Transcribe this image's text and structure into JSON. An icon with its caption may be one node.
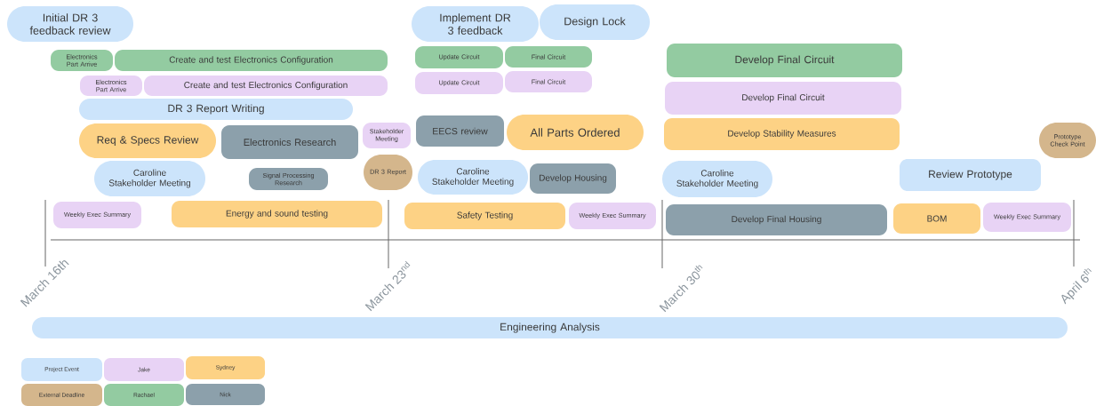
{
  "diagram": {
    "nodes": [
      {
        "text": [
          "Initial DR 3 feedback review"
        ]
      },
      {
        "text": [
          "Implement DR 3 feedback"
        ]
      },
      {
        "text": [
          "Design Lock"
        ]
      },
      {
        "text": [
          "Electronics Part Arrive"
        ]
      },
      {
        "text": [
          "Create and test Electronics Configuration"
        ]
      },
      {
        "text": [
          "Update Circuit"
        ]
      },
      {
        "text": [
          "Final Circuit"
        ]
      },
      {
        "text": [
          "Develop Final Circuit"
        ]
      },
      {
        "text": [
          "Electronics Part Arrive"
        ]
      },
      {
        "text": [
          "Create and test Electronics Configuration"
        ]
      },
      {
        "text": [
          "Update Circuit"
        ]
      },
      {
        "text": [
          "Final Circuit"
        ]
      },
      {
        "text": [
          "Develop Final Circuit"
        ]
      },
      {
        "text": [
          "DR 3 Report Writing"
        ]
      },
      {
        "text": [
          "Req & Specs Review"
        ]
      },
      {
        "text": [
          "Electronics Research"
        ]
      },
      {
        "text": [
          "Stakeholder Meeting"
        ]
      },
      {
        "text": [
          "EECS review"
        ]
      },
      {
        "text": [
          "All Parts Ordered"
        ]
      },
      {
        "text": [
          "Develop Stability Measures"
        ]
      },
      {
        "text": [
          "Prototype Check Point"
        ]
      },
      {
        "text": [
          "Caroline Stakeholder Meeting"
        ]
      },
      {
        "text": [
          "Signal Processing Research"
        ]
      },
      {
        "text": [
          "DR 3 Report"
        ]
      },
      {
        "text": [
          "Caroline Stakeholder Meeting"
        ]
      },
      {
        "text": [
          "Develop Housing"
        ]
      },
      {
        "text": [
          "Caroline Stakeholder Meeting"
        ]
      },
      {
        "text": [
          "Review Prototype"
        ]
      },
      {
        "text": [
          "Weekly Exec Summary"
        ]
      },
      {
        "text": [
          "Energy and sound testing"
        ]
      },
      {
        "text": [
          "Safety Testing"
        ]
      },
      {
        "text": [
          "Weekly Exec Summary"
        ]
      },
      {
        "text": [
          "Develop Final Housing"
        ]
      },
      {
        "text": [
          "BOM"
        ]
      },
      {
        "text": [
          "Weekly Exec Summary"
        ]
      },
      {
        "text": [
          "Engineering Analysis"
        ]
      }
    ],
    "labels": [
      "March 16th",
      "March 23$^{nd}$",
      "March 30$^{th}$",
      "April 6$^{th}$"
    ],
    "legend": [
      {
        "text": "Project Event",
        "color": "#cce4fb"
      },
      {
        "text": "Jake",
        "color": "#e8d3f5"
      },
      {
        "text": "Sydney",
        "color": "#fdd285"
      },
      {
        "text": "External Deadline",
        "color": "#d4b68c"
      },
      {
        "text": "Rachael",
        "color": "#93cba1"
      },
      {
        "text": "Nick",
        "color": "#8ca0ab"
      }
    ]
  }
}
